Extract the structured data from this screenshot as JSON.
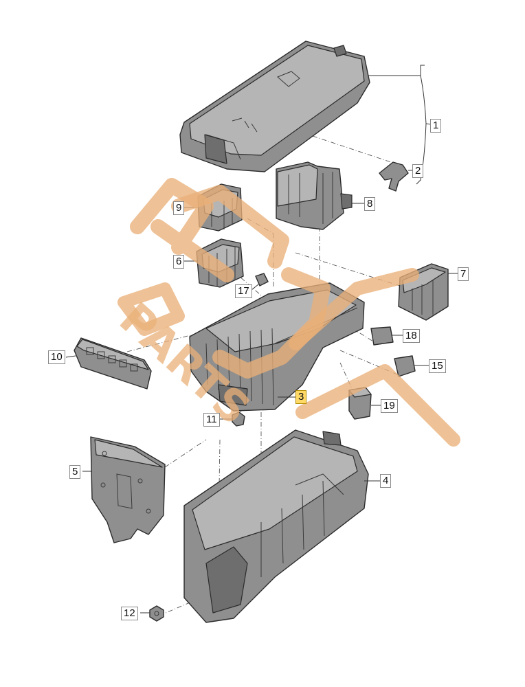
{
  "callouts": [
    {
      "id": "1",
      "label": "1",
      "highlighted": false
    },
    {
      "id": "2",
      "label": "2",
      "highlighted": false
    },
    {
      "id": "3",
      "label": "3",
      "highlighted": true
    },
    {
      "id": "4",
      "label": "4",
      "highlighted": false
    },
    {
      "id": "5",
      "label": "5",
      "highlighted": false
    },
    {
      "id": "6",
      "label": "6",
      "highlighted": false
    },
    {
      "id": "7",
      "label": "7",
      "highlighted": false
    },
    {
      "id": "8",
      "label": "8",
      "highlighted": false
    },
    {
      "id": "9",
      "label": "9",
      "highlighted": false
    },
    {
      "id": "10",
      "label": "10",
      "highlighted": false
    },
    {
      "id": "11",
      "label": "11",
      "highlighted": false
    },
    {
      "id": "12",
      "label": "12",
      "highlighted": false
    },
    {
      "id": "15",
      "label": "15",
      "highlighted": false
    },
    {
      "id": "17",
      "label": "17",
      "highlighted": false
    },
    {
      "id": "18",
      "label": "18",
      "highlighted": false
    },
    {
      "id": "19",
      "label": "19",
      "highlighted": false
    }
  ],
  "watermark": {
    "text": "PARTS",
    "color": "#e9b078"
  },
  "colors": {
    "part": "#8f8f8f",
    "highlight": "#ffd966"
  }
}
